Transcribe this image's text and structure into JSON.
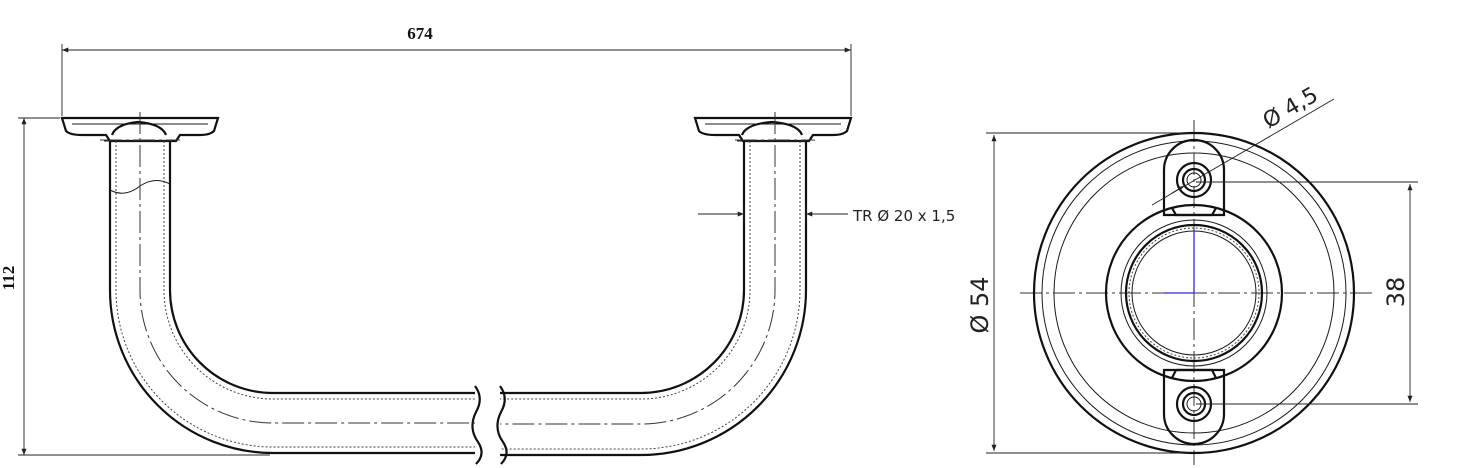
{
  "drawing": {
    "side_view": {
      "width_dim": "674",
      "height_dim": "112",
      "tube_callout": "TR Ø 20 x 1,5"
    },
    "flange_view": {
      "outer_dia": "Ø 54",
      "hole_dia": "Ø 4,5",
      "hole_spacing": "38"
    }
  }
}
